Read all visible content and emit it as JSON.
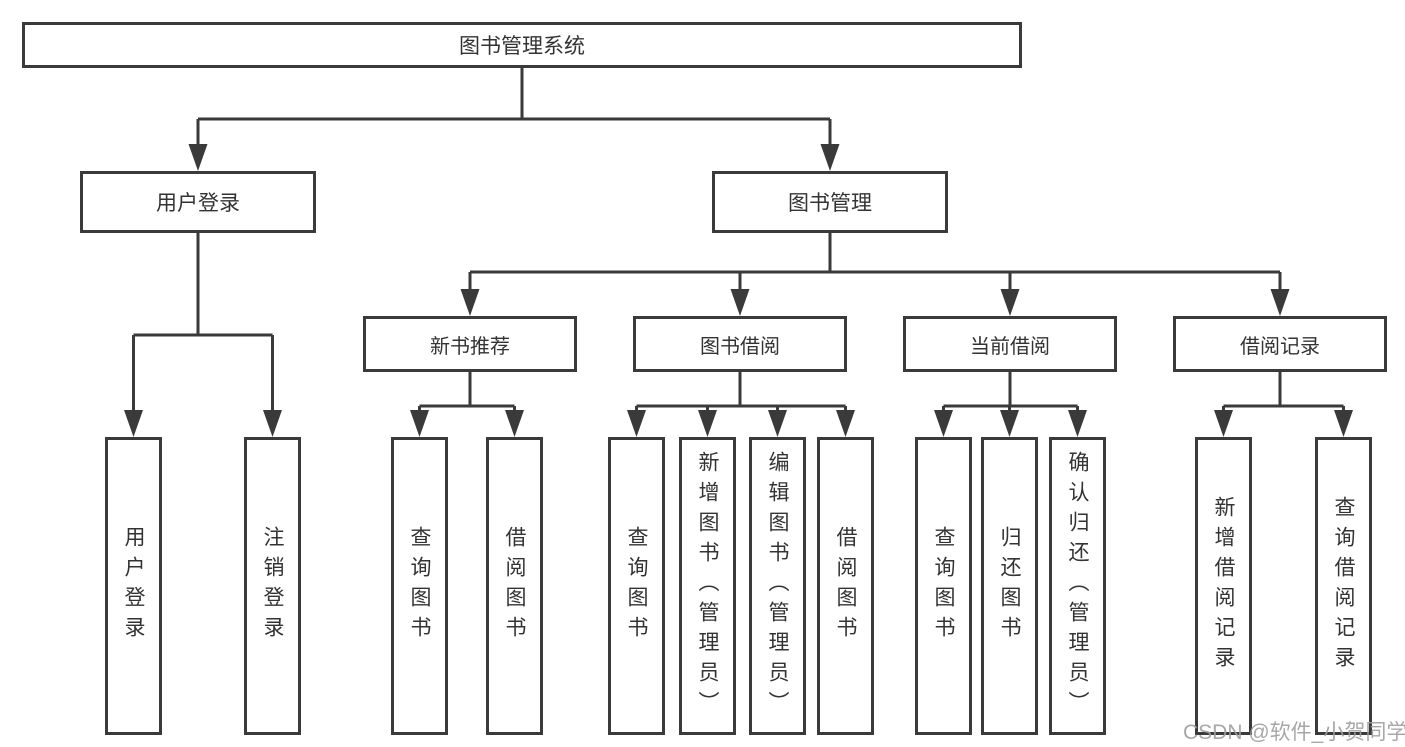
{
  "diagram": {
    "root": {
      "label": "图书管理系统"
    },
    "level2": {
      "user_login": {
        "label": "用户登录"
      },
      "book_management": {
        "label": "图书管理"
      }
    },
    "level3": {
      "new_book_recommendation": {
        "label": "新书推荐"
      },
      "book_borrowing": {
        "label": "图书借阅"
      },
      "current_borrowing": {
        "label": "当前借阅"
      },
      "borrowing_records": {
        "label": "借阅记录"
      }
    },
    "leaves": {
      "user_login": {
        "label": "用户登录"
      },
      "logout": {
        "label": "注销登录"
      },
      "recommend_query_books": {
        "label": "查询图书"
      },
      "recommend_borrow_books": {
        "label": "借阅图书"
      },
      "borrow_query_books": {
        "label": "查询图书"
      },
      "borrow_add_books": {
        "label": "新增图书（管理员）"
      },
      "borrow_edit_books": {
        "label": "编辑图书（管理员）"
      },
      "borrow_borrow_books": {
        "label": "借阅图书"
      },
      "current_query_books": {
        "label": "查询图书"
      },
      "current_return_books": {
        "label": "归还图书"
      },
      "current_confirm_return": {
        "label": "确认归还（管理员）"
      },
      "records_add_record": {
        "label": "新增借阅记录"
      },
      "records_query_record": {
        "label": "查询借阅记录"
      }
    }
  },
  "watermark": {
    "text": "CSDN @软件_小贺同学"
  },
  "colors": {
    "line": "#3a3a3a",
    "box_border": "#3a3a3a",
    "text": "#333333",
    "background": "#ffffff",
    "watermark_text": "#9e9e9e"
  }
}
